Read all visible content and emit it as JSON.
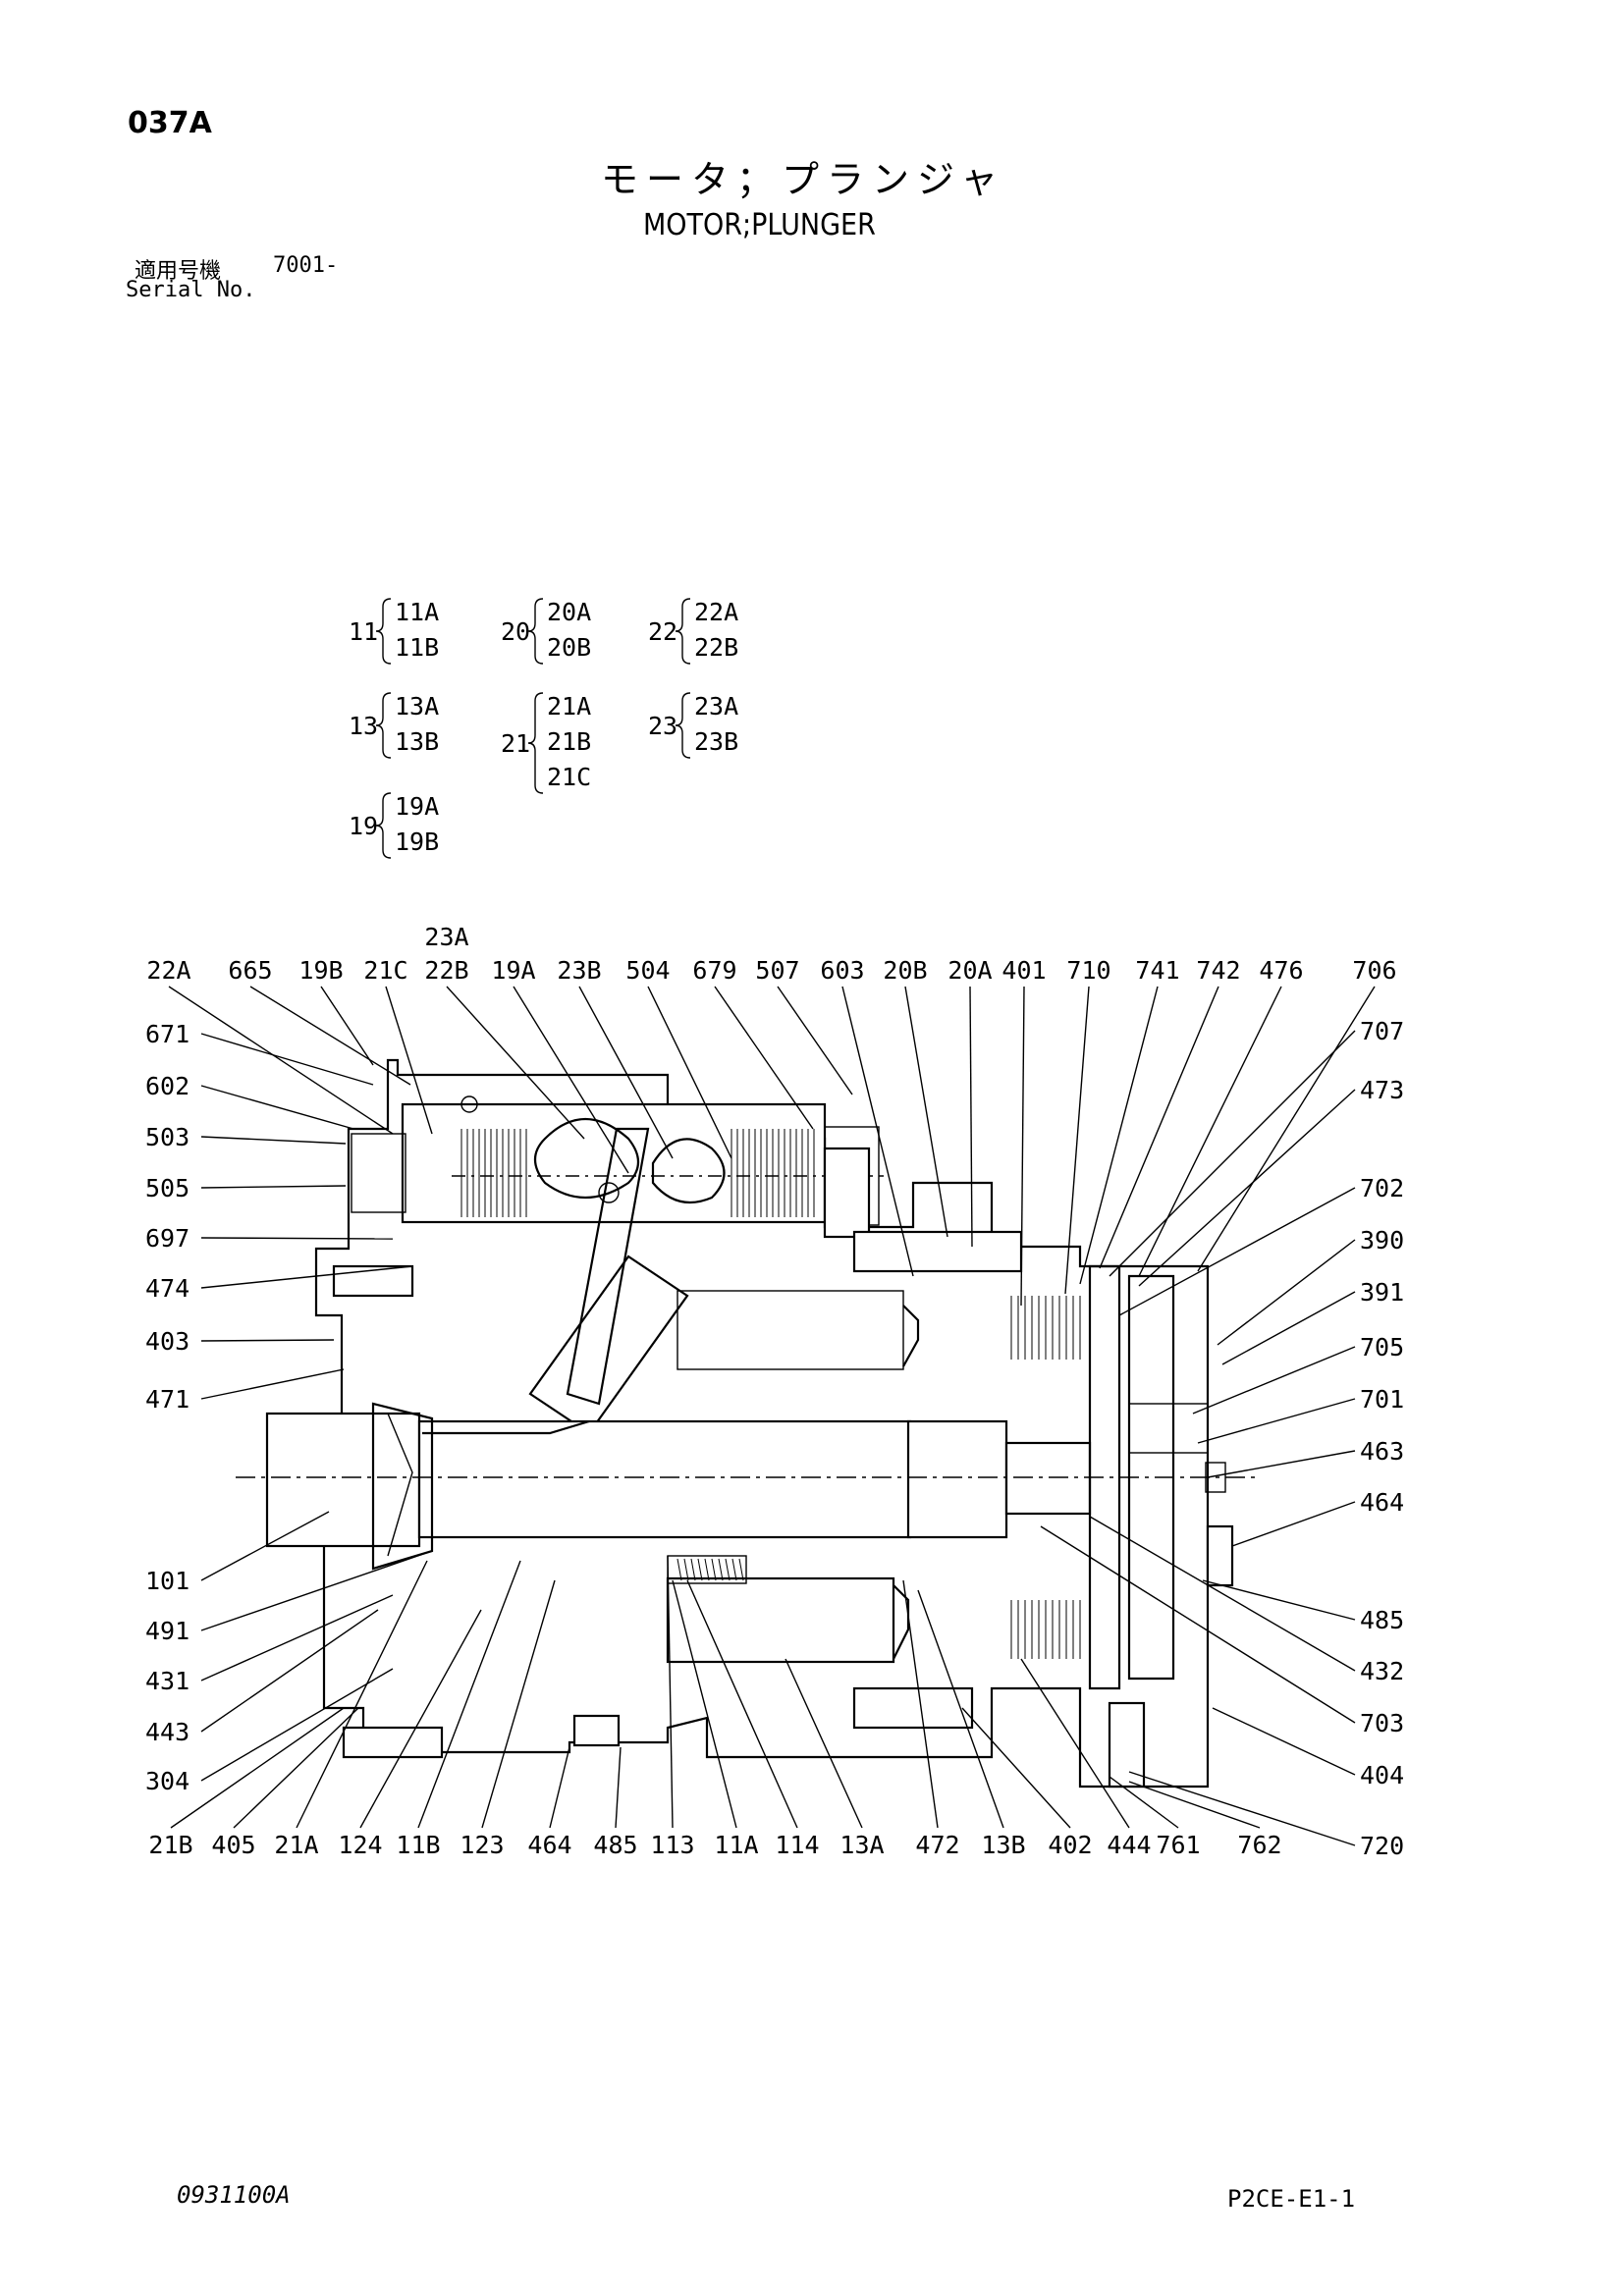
{
  "header": {
    "page_code": "037A",
    "title_jp": "モータ；プランジャ",
    "title_en": "MOTOR;PLUNGER",
    "serial_label_jp": "適用号機",
    "serial_value": "7001-",
    "serial_label_en": "Serial No."
  },
  "groups": [
    {
      "parent": "11",
      "children": [
        "11A",
        "11B"
      ]
    },
    {
      "parent": "20",
      "children": [
        "20A",
        "20B"
      ]
    },
    {
      "parent": "22",
      "children": [
        "22A",
        "22B"
      ]
    },
    {
      "parent": "13",
      "children": [
        "13A",
        "13B"
      ]
    },
    {
      "parent": "21",
      "children": [
        "21A",
        "21B",
        "21C"
      ]
    },
    {
      "parent": "23",
      "children": [
        "23A",
        "23B"
      ]
    },
    {
      "parent": "19",
      "children": [
        "19A",
        "19B"
      ]
    }
  ],
  "callouts": {
    "top": [
      "22A",
      "665",
      "19B",
      "21C",
      "22B",
      "19A",
      "23B",
      "504",
      "679",
      "507",
      "603",
      "20B",
      "20A",
      "401",
      "710",
      "741",
      "742",
      "476",
      "706"
    ],
    "top_upper": "23A",
    "left": [
      "671",
      "602",
      "503",
      "505",
      "697",
      "474",
      "403",
      "471",
      "101",
      "491",
      "431",
      "443",
      "304"
    ],
    "right": [
      "707",
      "473",
      "702",
      "390",
      "391",
      "705",
      "701",
      "463",
      "464",
      "485",
      "432",
      "703",
      "404",
      "720"
    ],
    "bottom": [
      "21B",
      "405",
      "21A",
      "124",
      "11B",
      "123",
      "464",
      "485",
      "113",
      "11A",
      "114",
      "13A",
      "472",
      "13B",
      "402",
      "444",
      "761",
      "762"
    ]
  },
  "footer": {
    "doc_code": "0931100A",
    "page_ref": "P2CE-E1-1"
  }
}
